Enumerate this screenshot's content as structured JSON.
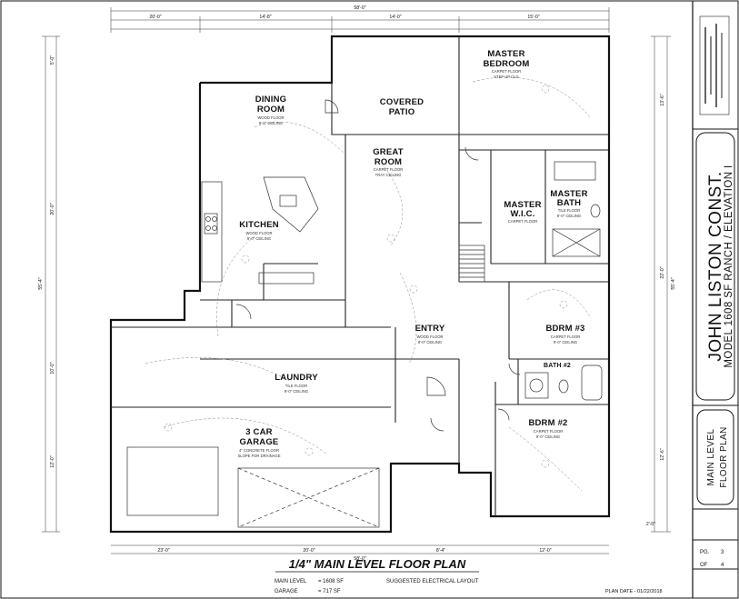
{
  "drawing": {
    "main_title": "1/4\" MAIN LEVEL FLOOR PLAN",
    "area_main_label": "MAIN LEVEL",
    "area_main_value": "= 1608 SF",
    "area_garage_label": "GARAGE",
    "area_garage_value": "= 717 SF",
    "electrical_note": "SUGGESTED ELECTRICAL LAYOUT",
    "plan_date": "PLAN DATE - 01/22/2018"
  },
  "title_block": {
    "company": "JOHN LISTON CONST.",
    "model": "MODEL 1608 SF RANCH / ELEVATION I",
    "sheet_name_line1": "MAIN LEVEL",
    "sheet_name_line2": "FLOOR PLAN",
    "page_label": "PG.",
    "page_number": "3",
    "of_label": "OF",
    "page_total": "4"
  },
  "rooms": [
    {
      "key": "dining",
      "name_line1": "DINING",
      "name_line2": "ROOM",
      "note1": "WOOD FLOOR",
      "note2": "9'-0\" CEILING"
    },
    {
      "key": "patio",
      "name_line1": "COVERED",
      "name_line2": "PATIO",
      "note1": "",
      "note2": ""
    },
    {
      "key": "master_bed",
      "name_line1": "MASTER",
      "name_line2": "BEDROOM",
      "note1": "CARPET FLOOR",
      "note2": "STEP UP CLG"
    },
    {
      "key": "great",
      "name_line1": "GREAT",
      "name_line2": "ROOM",
      "note1": "CARPET FLOOR",
      "note2": "TRAY CEILING"
    },
    {
      "key": "kitchen",
      "name_line1": "KITCHEN",
      "name_line2": "",
      "note1": "WOOD FLOOR",
      "note2": "9'-0\" CEILING"
    },
    {
      "key": "master_wic",
      "name_line1": "MASTER",
      "name_line2": "W.I.C.",
      "note1": "CARPET FLOOR",
      "note2": ""
    },
    {
      "key": "master_bath",
      "name_line1": "MASTER",
      "name_line2": "BATH",
      "note1": "TILE FLOOR",
      "note2": "9'-0\" CEILING"
    },
    {
      "key": "entry",
      "name_line1": "ENTRY",
      "name_line2": "",
      "note1": "WOOD FLOOR",
      "note2": "9'-0\" CEILING"
    },
    {
      "key": "bdrm3",
      "name_line1": "BDRM #3",
      "name_line2": "",
      "note1": "CARPET FLOOR",
      "note2": "9'-0\" CEILING"
    },
    {
      "key": "laundry",
      "name_line1": "LAUNDRY",
      "name_line2": "",
      "note1": "TILE FLOOR",
      "note2": "9'-0\" CEILING"
    },
    {
      "key": "bath2",
      "name_line1": "BATH #2",
      "name_line2": "",
      "note1": "",
      "note2": ""
    },
    {
      "key": "bdrm2",
      "name_line1": "BDRM #2",
      "name_line2": "",
      "note1": "CARPET FLOOR",
      "note2": "9'-0\" CEILING"
    },
    {
      "key": "garage",
      "name_line1": "3 CAR",
      "name_line2": "GARAGE",
      "note1": "4\" CONCRETE FLOOR",
      "note2": "SLOPE FOR DRAINAGE"
    }
  ],
  "dimensions": {
    "top_overall": "58'-0\"",
    "top_segments": [
      "20'-0\"",
      "14'-8\"",
      "14'-0\"",
      "15'-0\""
    ],
    "bottom_overall": "58'-0\"",
    "bottom_segments": [
      "23'-0\"",
      "20'-0\"",
      "8'-4\"",
      "12'-0\""
    ],
    "left_overall": "55'-4\"",
    "right_overall": "55'-4\"",
    "left_segments": [
      "5'-0\"",
      "20'-0\"",
      "10'-0\"",
      "12'-0\""
    ],
    "right_segments": [
      "13'-6\"",
      "22'-0\"",
      "12'-6\"",
      "2'-0\""
    ]
  }
}
